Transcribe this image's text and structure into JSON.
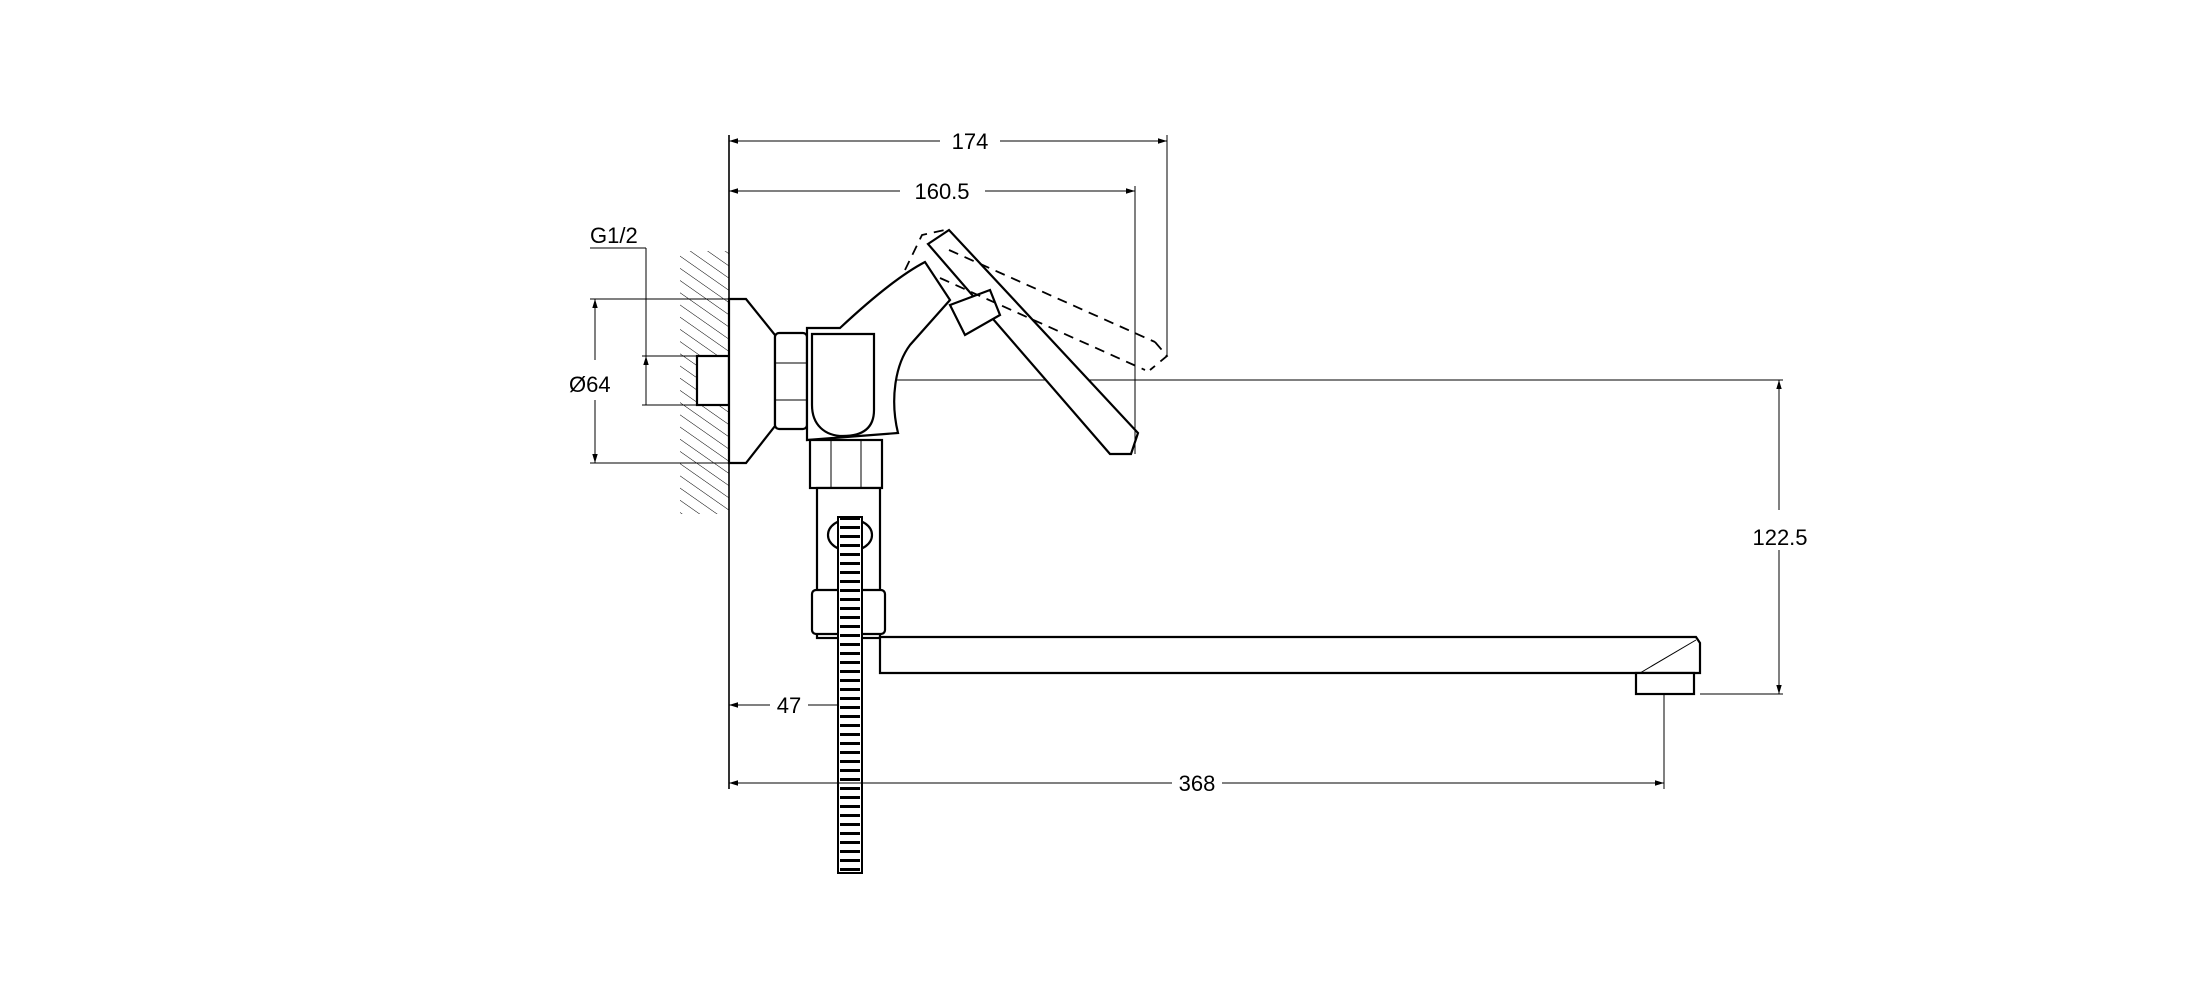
{
  "drawing": {
    "title": "Wall-mounted bath mixer with long spout – side view",
    "dimensions": {
      "overall_depth": "174",
      "lever_depth": "160.5",
      "thread": "G1/2",
      "flange_diameter": "Ø64",
      "spout_height": "122.5",
      "hose_offset": "47",
      "spout_length": "368"
    }
  }
}
